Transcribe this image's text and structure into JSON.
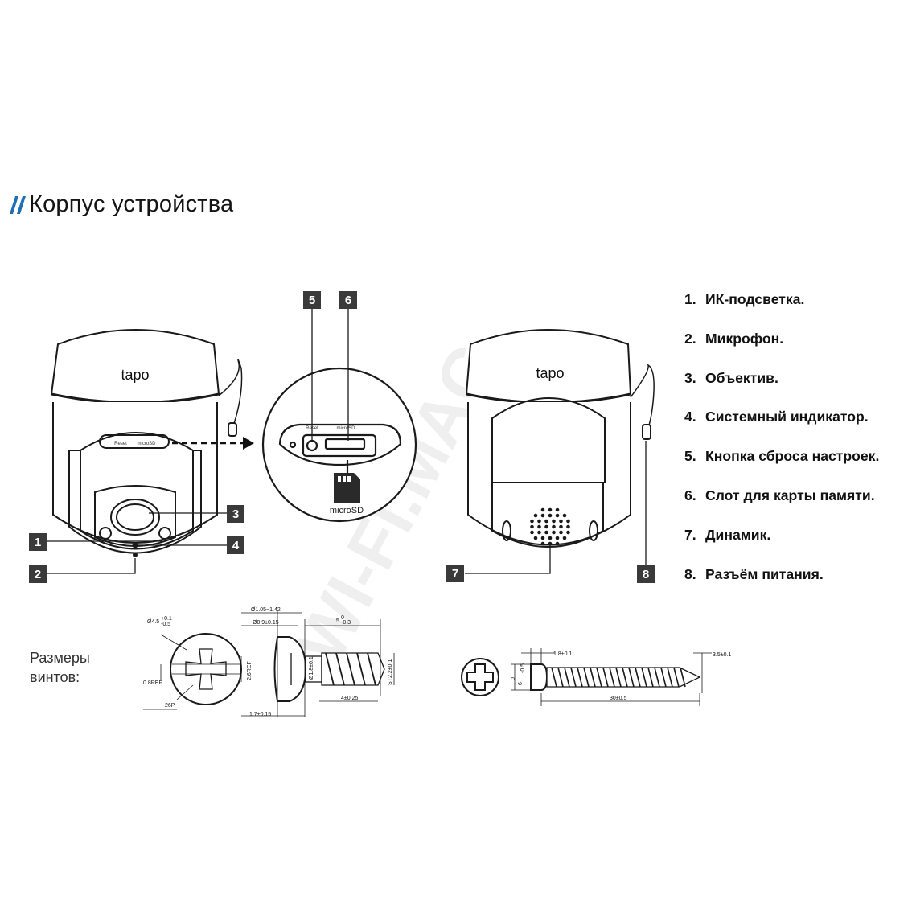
{
  "page": {
    "title": "Корпус устройства",
    "screw_label_line1": "Размеры",
    "screw_label_line2": "винтов:",
    "watermark": "WI-FI.MAG"
  },
  "brand": {
    "logo_text": "tapo"
  },
  "slot_panel": {
    "reset_label": "Reset",
    "sd_label": "microSD",
    "card_label": "microSD"
  },
  "callouts": [
    "1",
    "2",
    "3",
    "4",
    "5",
    "6",
    "7",
    "8"
  ],
  "legend": [
    {
      "num": "1.",
      "text": "ИК-подсветка."
    },
    {
      "num": "2.",
      "text": "Микрофон."
    },
    {
      "num": "3.",
      "text": "Объектив."
    },
    {
      "num": "4.",
      "text": "Системный индикатор."
    },
    {
      "num": "5.",
      "text": "Кнопка сброса настроек."
    },
    {
      "num": "6.",
      "text": "Слот для карты памяти."
    },
    {
      "num": "7.",
      "text": "Динамик."
    },
    {
      "num": "8.",
      "text": "Разъём питания."
    }
  ],
  "screw_small": {
    "d_head": "Ø4.5",
    "d_head_tol_top": "+0.1",
    "d_head_tol_bottom": "-0.5",
    "slot_width": "0.8REF",
    "angle": "26P",
    "cross_height": "2.6REF",
    "total_len": "Ø1.05~1.42",
    "neck_d": "Ø0.9±0.15",
    "thread_len": "5",
    "thread_tol_top": "0",
    "thread_tol_bottom": "-0.3",
    "shank_d": "Ø1.8±0.1",
    "thread_d": "ST2.2±0.1",
    "thread_pitch_len": "4±0.25",
    "head_height": "1.7±0.15"
  },
  "screw_large": {
    "d_head": "6",
    "d_head_tol_top": "0",
    "d_head_tol_bottom": "-0.5",
    "shank": "1.8±0.1",
    "thread_d": "3.5±0.1",
    "length": "30±0.5"
  },
  "colors": {
    "callout_bg": "#3a3a3a",
    "title_mark": "#1f6fb5",
    "line": "#1a1a1a"
  }
}
